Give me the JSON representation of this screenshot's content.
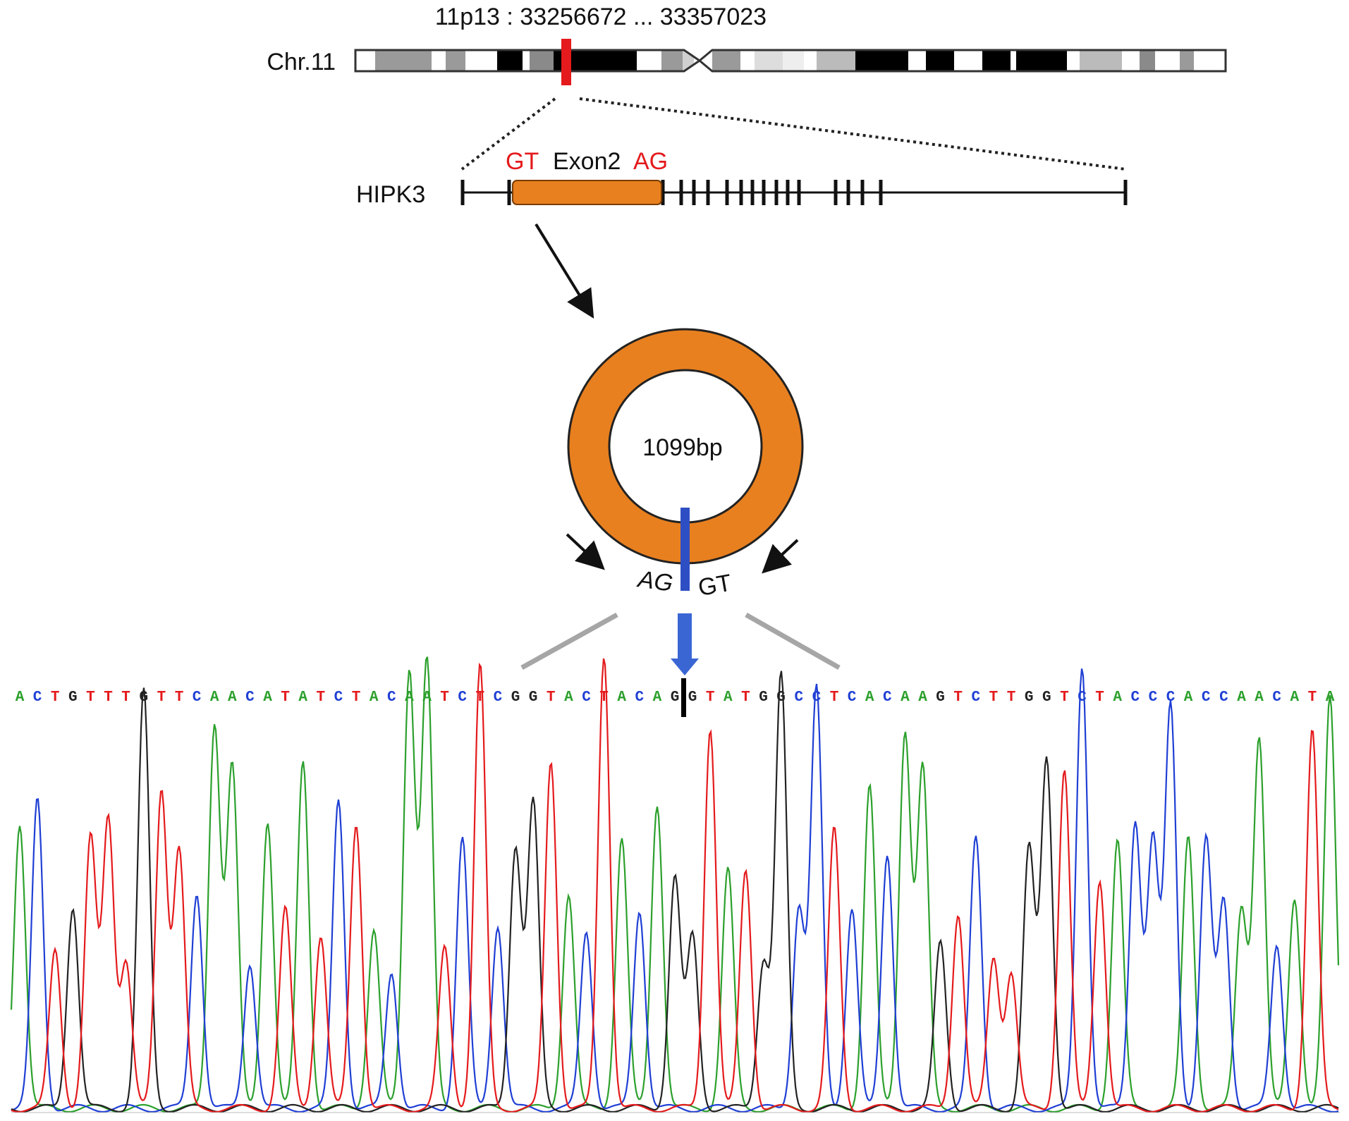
{
  "chromosome": {
    "label": "Chr.11",
    "locus": "11p13 : 33256672 ... 33357023"
  },
  "gene": {
    "name": "HIPK3",
    "splice_left": "GT",
    "exon_label": "Exon2",
    "splice_right": "AG"
  },
  "circle": {
    "size_label": "1099bp",
    "junction_left": "AG",
    "junction_right": "GT"
  },
  "sequence": {
    "bases": "ACTGTTTGTTCAACATATCTACAATCTCGGTACTACAGGTATGGCCTCACAAGTCTTGGTCTACCCACCAACATA"
  },
  "colors": {
    "A": "#2ca02c",
    "C": "#1f3fd4",
    "G": "#222222",
    "T": "#e41a1c",
    "orange": "#e8801f",
    "junction_blue": "#2e4fc4",
    "red_mark": "#e41a1c"
  }
}
